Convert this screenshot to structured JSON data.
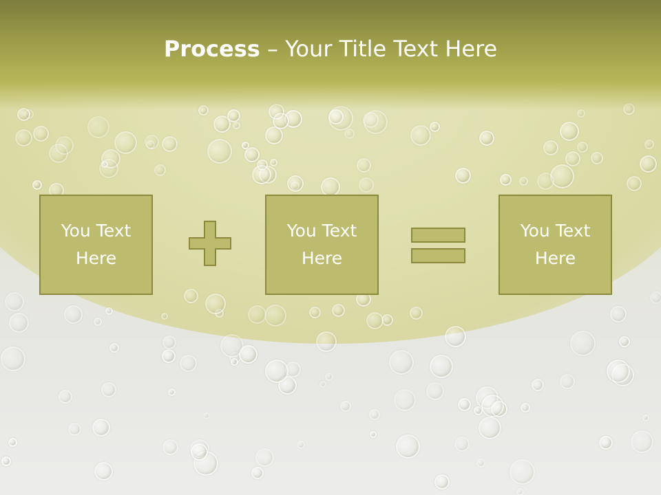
{
  "title": {
    "bold": "Process",
    "rest": " – Your Title Text Here"
  },
  "boxes": [
    {
      "text": "You Text\nHere"
    },
    {
      "text": "You Text\nHere"
    },
    {
      "text": "You Text\nHere"
    }
  ],
  "operators": [
    "plus-icon",
    "equals-icon"
  ],
  "colors": {
    "box_fill": "#bcbb6e",
    "box_border": "#8b8a3c",
    "header": "#8f8f44",
    "text": "#ffffff"
  }
}
